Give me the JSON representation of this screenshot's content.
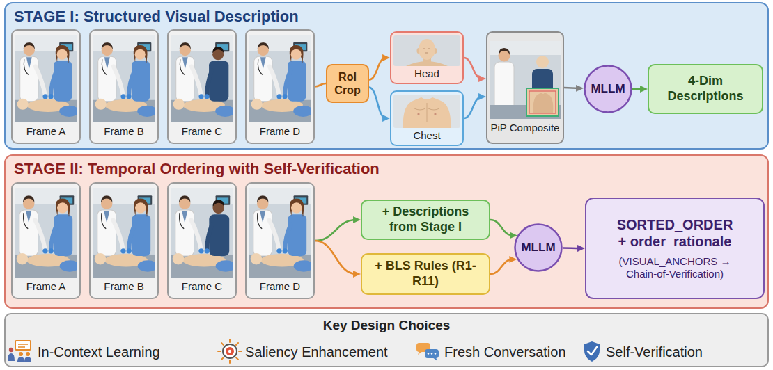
{
  "diagram": {
    "nodes": [
      {
        "text": [
          "STAGE I: Structured Visual Description"
        ]
      },
      {
        "text": [
          "Frame A"
        ],
        "in": 0
      },
      {
        "text": [
          "Frame B"
        ],
        "in": 0
      },
      {
        "text": [
          "Frame C"
        ],
        "in": 0
      },
      {
        "text": [
          "Frame D"
        ],
        "in": 0
      },
      {
        "text": [
          "RoI Crop"
        ],
        "in": 0
      },
      {
        "text": [
          "Head"
        ],
        "in": 0
      },
      {
        "text": [
          "Chest"
        ],
        "in": 0
      },
      {
        "text": [
          "PiP Composite"
        ],
        "in": 0
      },
      {
        "text": [
          "MLLM"
        ],
        "in": 0
      },
      {
        "text": [
          "4-Dim Descriptions"
        ],
        "in": 0
      },
      {
        "text": [
          "STAGE II: Temporal Ordering with Self-Verification"
        ]
      },
      {
        "text": [
          "Frame A"
        ],
        "in": 11
      },
      {
        "text": [
          "Frame B"
        ],
        "in": 11
      },
      {
        "text": [
          "Frame C"
        ],
        "in": 11
      },
      {
        "text": [
          "Frame D"
        ],
        "in": 11
      },
      {
        "text": [
          "+ Descriptions from Stage I"
        ],
        "in": 11
      },
      {
        "text": [
          "+ BLS Rules (R1-R11)"
        ],
        "in": 11
      },
      {
        "text": [
          "MLLM"
        ],
        "in": 11
      },
      {
        "text": [
          "SORTED_ORDER + order_rationale",
          "(VISUAL_ANCHORS → Chain-of-Verification)"
        ],
        "in": 11
      },
      {
        "text": [
          "Key Design Choices"
        ]
      }
    ],
    "edges": [
      {
        "from": 4,
        "to": 5,
        "arrow": "none"
      },
      {
        "from": 5,
        "to": 6,
        "arrow": "to"
      },
      {
        "from": 5,
        "to": 7,
        "arrow": "to"
      },
      {
        "from": 6,
        "to": 8,
        "arrow": "to"
      },
      {
        "from": 7,
        "to": 8,
        "arrow": "to"
      },
      {
        "from": 8,
        "to": 9,
        "arrow": "to"
      },
      {
        "from": 9,
        "to": 10,
        "arrow": "to"
      },
      {
        "from": 15,
        "to": 16,
        "arrow": "to"
      },
      {
        "from": 15,
        "to": 17,
        "arrow": "to"
      },
      {
        "from": 16,
        "to": 18,
        "arrow": "to"
      },
      {
        "from": 17,
        "to": 18,
        "arrow": "to"
      },
      {
        "from": 18,
        "to": 19,
        "arrow": "to"
      }
    ],
    "labels": [
      "In-Context Learning",
      "Saliency Enhancement",
      "Fresh Conversation",
      "Self-Verification"
    ]
  }
}
